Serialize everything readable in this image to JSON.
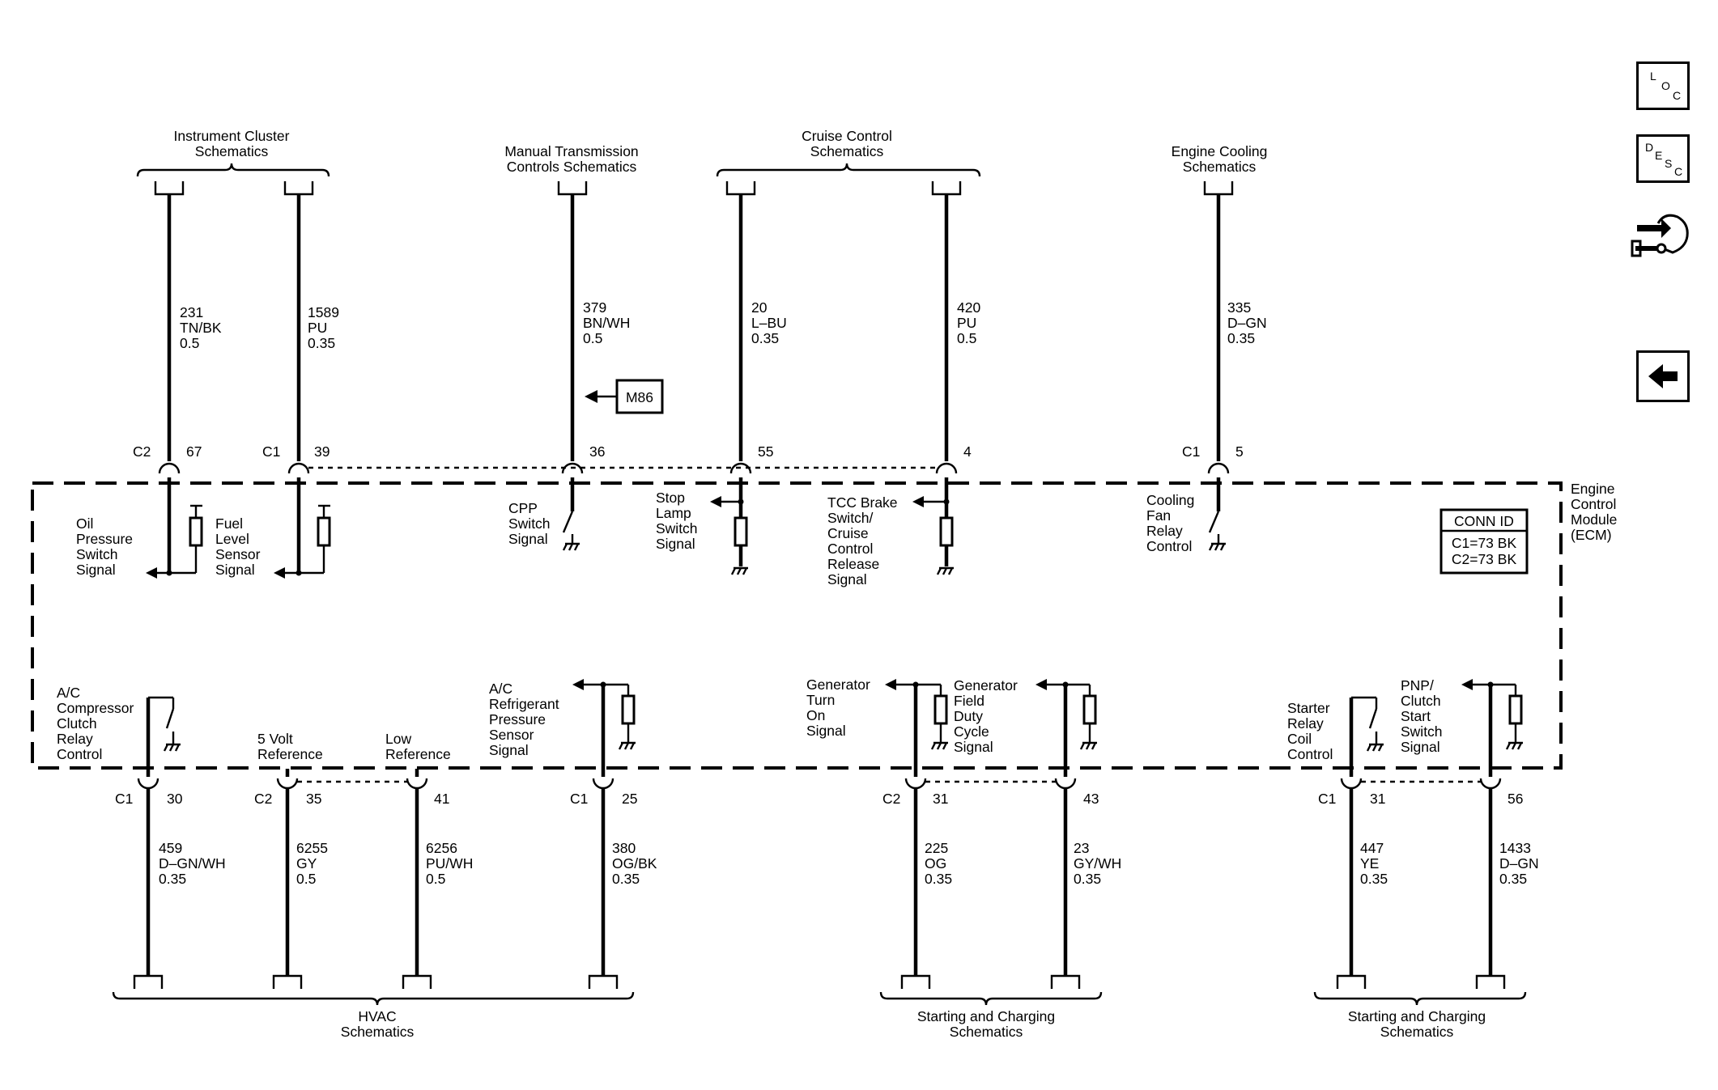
{
  "nav": {
    "loc": {
      "l1": "L",
      "l2": "O",
      "l3": "C"
    },
    "desc": {
      "l1": "D",
      "l2": "E",
      "l3": "S",
      "l4": "C"
    }
  },
  "module": {
    "line1": "Engine",
    "line2": "Control",
    "line3": "Module",
    "line4": "(ECM)"
  },
  "conn_id": {
    "title": "CONN ID",
    "c1": "C1=73 BK",
    "c2": "C2=73 BK"
  },
  "top_groups": {
    "instrument": [
      "Instrument Cluster",
      "Schematics"
    ],
    "manual": [
      "Manual Transmission",
      "Controls Schematics"
    ],
    "cruise": [
      "Cruise Control",
      "Schematics"
    ],
    "cooling": [
      "Engine Cooling",
      "Schematics"
    ]
  },
  "bottom_groups": {
    "hvac": [
      "HVAC",
      "Schematics"
    ],
    "starting1": [
      "Starting and Charging",
      "Schematics"
    ],
    "starting2": [
      "Starting and Charging",
      "Schematics"
    ]
  },
  "top_wires": [
    {
      "circuit": "231",
      "color": "TN/BK",
      "gauge": "0.5",
      "conn": "C2",
      "pin": "67"
    },
    {
      "circuit": "1589",
      "color": "PU",
      "gauge": "0.35",
      "conn": "C1",
      "pin": "39"
    },
    {
      "circuit": "379",
      "color": "BN/WH",
      "gauge": "0.5",
      "conn": "",
      "pin": "36"
    },
    {
      "circuit": "20",
      "color": "L–BU",
      "gauge": "0.35",
      "conn": "",
      "pin": "55"
    },
    {
      "circuit": "420",
      "color": "PU",
      "gauge": "0.5",
      "conn": "",
      "pin": "4"
    },
    {
      "circuit": "335",
      "color": "D–GN",
      "gauge": "0.35",
      "conn": "C1",
      "pin": "5"
    }
  ],
  "bottom_wires": [
    {
      "circuit": "459",
      "color": "D–GN/WH",
      "gauge": "0.35",
      "conn": "C1",
      "pin": "30"
    },
    {
      "circuit": "6255",
      "color": "GY",
      "gauge": "0.5",
      "conn": "C2",
      "pin": "35"
    },
    {
      "circuit": "6256",
      "color": "PU/WH",
      "gauge": "0.5",
      "conn": "",
      "pin": "41"
    },
    {
      "circuit": "380",
      "color": "OG/BK",
      "gauge": "0.35",
      "conn": "C1",
      "pin": "25"
    },
    {
      "circuit": "225",
      "color": "OG",
      "gauge": "0.35",
      "conn": "C2",
      "pin": "31"
    },
    {
      "circuit": "23",
      "color": "GY/WH",
      "gauge": "0.35",
      "conn": "",
      "pin": "43"
    },
    {
      "circuit": "447",
      "color": "YE",
      "gauge": "0.35",
      "conn": "C1",
      "pin": "31"
    },
    {
      "circuit": "1433",
      "color": "D–GN",
      "gauge": "0.35",
      "conn": "",
      "pin": "56"
    }
  ],
  "top_signals": {
    "oil": [
      "Oil",
      "Pressure",
      "Switch",
      "Signal"
    ],
    "fuel": [
      "Fuel",
      "Level",
      "Sensor",
      "Signal"
    ],
    "cpp": [
      "CPP",
      "Switch",
      "Signal"
    ],
    "stop": [
      "Stop",
      "Lamp",
      "Switch",
      "Signal"
    ],
    "tcc": [
      "TCC Brake",
      "Switch/",
      "Cruise",
      "Control",
      "Release",
      "Signal"
    ],
    "fan": [
      "Cooling",
      "Fan",
      "Relay",
      "Control"
    ]
  },
  "bottom_signals": {
    "ac_clutch": [
      "A/C",
      "Compressor",
      "Clutch",
      "Relay",
      "Control"
    ],
    "five_volt": [
      "5 Volt",
      "Reference"
    ],
    "low_ref": [
      "Low",
      "Reference"
    ],
    "ac_refrig": [
      "A/C",
      "Refrigerant",
      "Pressure",
      "Sensor",
      "Signal"
    ],
    "gen_turn": [
      "Generator",
      "Turn",
      "On",
      "Signal"
    ],
    "gen_field": [
      "Generator",
      "Field",
      "Duty",
      "Cycle",
      "Signal"
    ],
    "starter": [
      "Starter",
      "Relay",
      "Coil",
      "Control"
    ],
    "pnp": [
      "PNP/",
      "Clutch",
      "Start",
      "Switch",
      "Signal"
    ]
  },
  "m86_label": "M86",
  "icons": [
    "loc-button-icon",
    "desc-button-icon",
    "connector-end-view-icon",
    "back-arrow-icon"
  ]
}
